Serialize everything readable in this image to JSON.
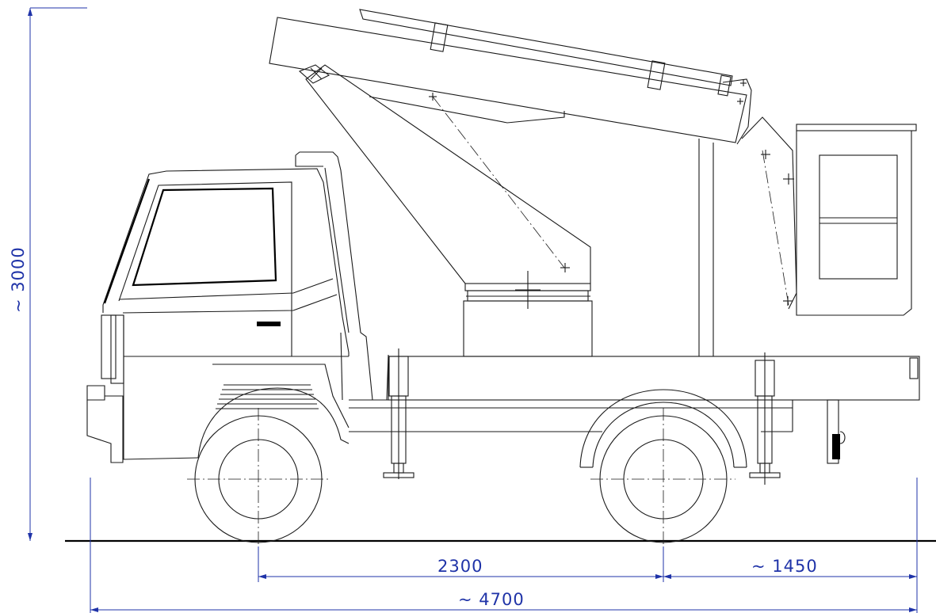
{
  "dimensions": {
    "height": "~ 3000",
    "wheelbase": "2300",
    "rear_overhang": "~ 1450",
    "overall_length": "~ 4700"
  },
  "colors": {
    "line": "#1a1a1a",
    "dimension": "#1f33a8",
    "background": "#ffffff"
  }
}
